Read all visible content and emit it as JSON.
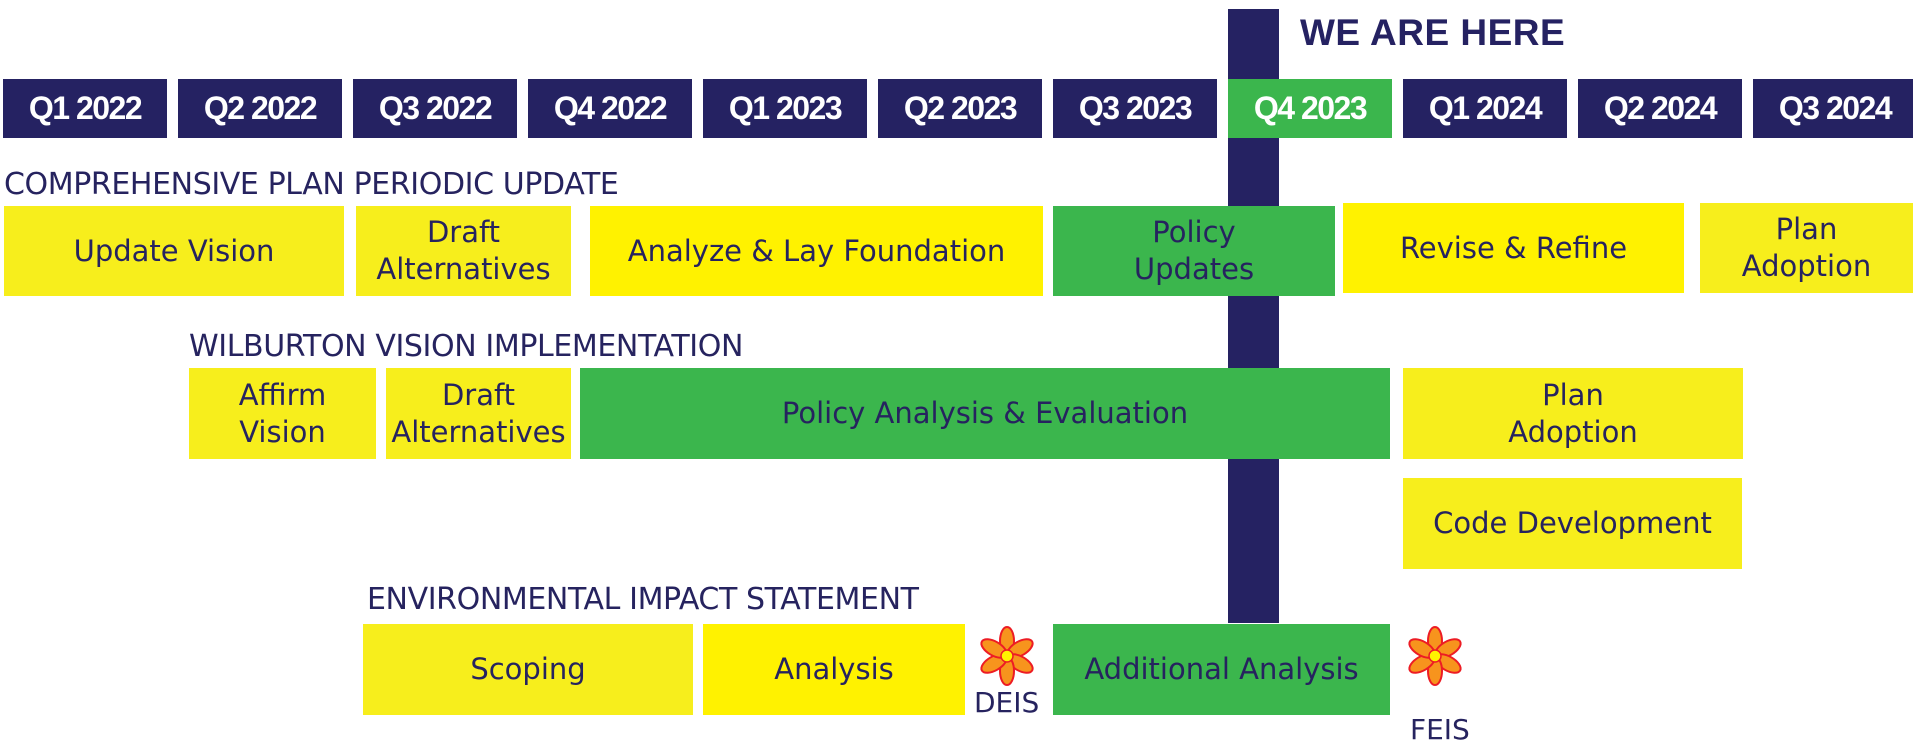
{
  "marker": {
    "label": "WE ARE HERE"
  },
  "quarters": [
    "Q1 2022",
    "Q2 2022",
    "Q3 2022",
    "Q4 2022",
    "Q1 2023",
    "Q2 2023",
    "Q3 2023",
    "Q4 2023",
    "Q1 2024",
    "Q2 2024",
    "Q3 2024"
  ],
  "current_quarter": "Q4 2023",
  "sections": {
    "comp_plan": {
      "title": "COMPREHENSIVE PLAN PERIODIC UPDATE",
      "tasks": [
        "Update Vision",
        "Draft\nAlternatives",
        "Analyze & Lay Foundation",
        "Policy\nUpdates",
        "Revise & Refine",
        "Plan\nAdoption"
      ]
    },
    "wilburton": {
      "title": "WILBURTON VISION IMPLEMENTATION",
      "tasks": [
        "Affirm\nVision",
        "Draft\nAlternatives",
        "Policy Analysis & Evaluation",
        "Plan\nAdoption",
        "Code Development"
      ]
    },
    "eis": {
      "title": "ENVIRONMENTAL IMPACT STATEMENT",
      "tasks": [
        "Scoping",
        "Analysis",
        "Additional Analysis"
      ],
      "milestones": [
        "DEIS",
        "FEIS"
      ]
    }
  },
  "colors": {
    "navy": "#252262",
    "green": "#3bb64d",
    "yellow": "#f7ee1c",
    "bright_yellow": "#fff200",
    "milestone_orange": "#f7941d",
    "milestone_red": "#ed1c24"
  }
}
